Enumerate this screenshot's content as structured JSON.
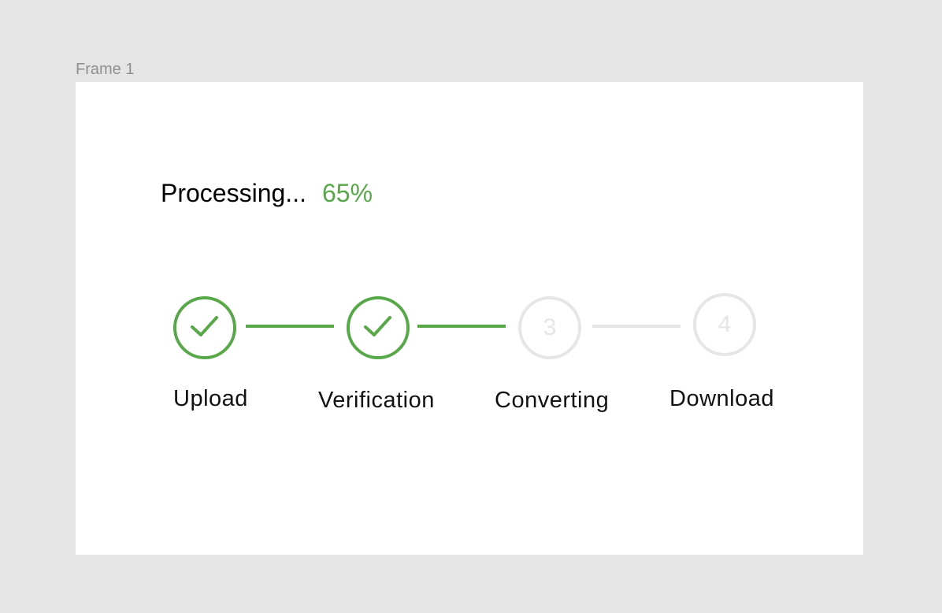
{
  "frame": {
    "label": "Frame 1"
  },
  "progress": {
    "status": "Processing...",
    "percent": "65%",
    "percent_value": 65,
    "accent_color": "#58a849",
    "inactive_color": "#e6e6e6"
  },
  "steps": [
    {
      "label": "Upload",
      "state": "complete",
      "icon": "check-icon"
    },
    {
      "label": "Verification",
      "state": "complete",
      "icon": "check-icon"
    },
    {
      "label": "Converting",
      "state": "pending",
      "number": "3"
    },
    {
      "label": "Download",
      "state": "pending",
      "number": "4"
    }
  ]
}
